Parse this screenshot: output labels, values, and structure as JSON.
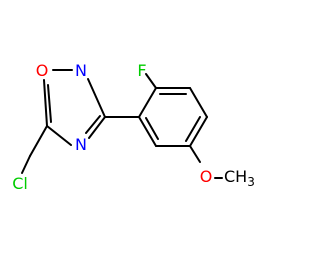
{
  "molecule": {
    "atoms": {
      "oxygen_ring": "O",
      "nitrogen_top": "N",
      "nitrogen_bottom": "N",
      "fluorine": "F",
      "oxygen_methoxy": "O",
      "methyl": "CH",
      "methyl_subscript": "3",
      "chlorine": "Cl"
    },
    "colors": {
      "bond": "#000000",
      "oxygen": "#ff0000",
      "nitrogen": "#0000ff",
      "fluorine": "#00cc00",
      "chlorine": "#00cc00",
      "carbon": "#000000"
    }
  }
}
